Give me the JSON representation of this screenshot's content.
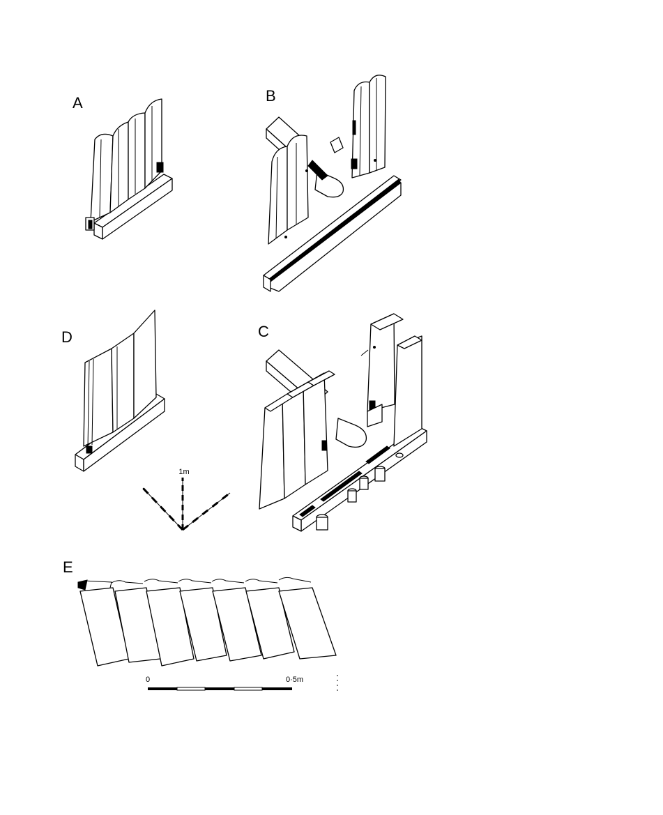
{
  "panels": {
    "a": {
      "label": "A"
    },
    "b": {
      "label": "B"
    },
    "c": {
      "label": "C"
    },
    "d": {
      "label": "D"
    },
    "e": {
      "label": "E"
    }
  },
  "scales": {
    "vertical": {
      "label": "1m"
    },
    "horizontal": {
      "start_label": "0",
      "end_label": "0·5m"
    }
  }
}
